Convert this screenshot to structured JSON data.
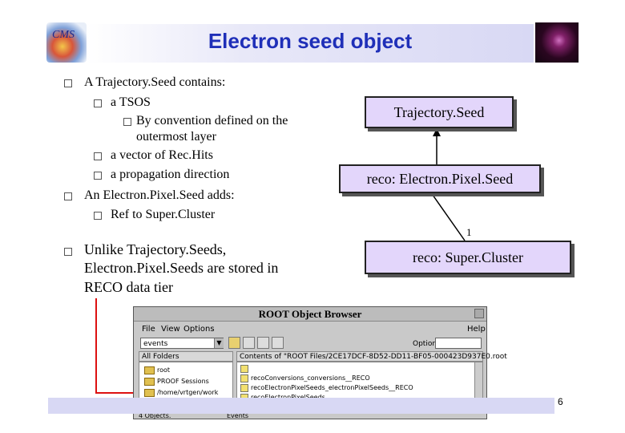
{
  "header": {
    "title": "Electron seed object",
    "logo_left_text": "CMS"
  },
  "bullets": {
    "b1": "A Trajectory.Seed contains:",
    "b1_1": "a TSOS",
    "b1_1_1_line1": "By convention defined on the",
    "b1_1_1_line2": "outermost layer",
    "b1_2": "a vector of Rec.Hits",
    "b1_3": "a propagation direction",
    "b2": "An Electron.Pixel.Seed adds:",
    "b2_1": "Ref to Super.Cluster",
    "b3_line1": "Unlike Trajectory.Seeds,",
    "b3_line2": "Electron.Pixel.Seeds are stored in",
    "b3_line3": "RECO data tier"
  },
  "diagram": {
    "box1": "Trajectory.Seed",
    "box2": "reco: Electron.Pixel.Seed",
    "box3": "reco: Super.Cluster",
    "multiplicity": "1"
  },
  "browser": {
    "title": "ROOT Object Browser",
    "menu": [
      "File",
      "View",
      "Options",
      "Help"
    ],
    "combo_value": "events",
    "option_label": "Option",
    "left_header": "All Folders",
    "right_header": "Contents of \"ROOT Files/2CE17DCF-8D52-DD11-BF05-000423D937E0.root",
    "tree": [
      "root",
      "PROOF Sessions",
      "/home/vrtgen/work"
    ],
    "items": [
      "recoConversions_conversions__RECO",
      "recoElectronPixelSeeds_electronPixelSeeds__RECO",
      "recoElectronPixelSeeds_..."
    ],
    "status_left": "4 Objects.",
    "status_right": "Events"
  },
  "footer": {
    "page_number": "6"
  },
  "colors": {
    "title": "#1f2fb8",
    "box_fill": "#e3d6fb",
    "arrow": "#dd1111"
  }
}
